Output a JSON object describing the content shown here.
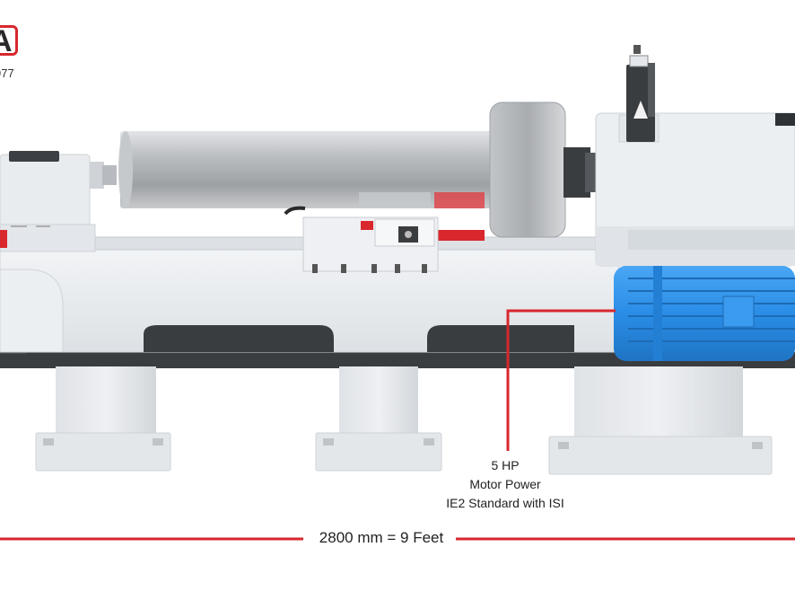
{
  "logo": {
    "letter": "A",
    "year": "977"
  },
  "callout": {
    "line1": "5 HP",
    "line2": "Motor Power",
    "line3": "IE2 Standard with ISI"
  },
  "dimension": {
    "label": "2800 mm = 9 Feet"
  },
  "colors": {
    "accent_red": "#d8272d",
    "motor_blue": "#2f8fe8",
    "machine_grey": "#e8ebef",
    "rail_dark": "#3a3d40"
  }
}
